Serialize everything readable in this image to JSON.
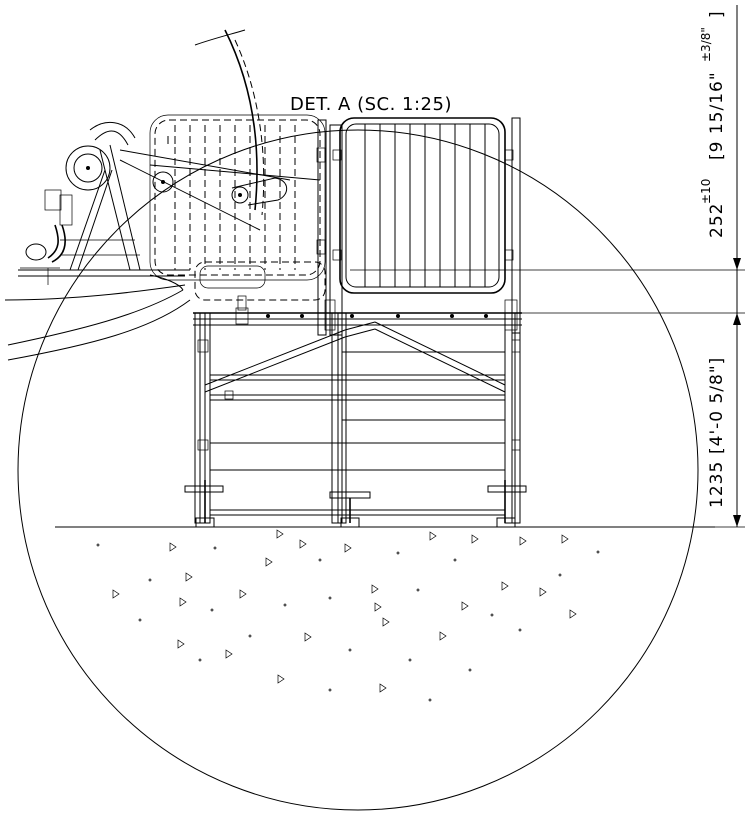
{
  "detail": {
    "label": "DET. A (SC. 1:25)"
  },
  "dimensions": {
    "upper": {
      "value": "252",
      "tolerance": "±10",
      "imperial": "[9 15/16\"",
      "imperial_tolerance": "±3/8\"",
      "close": "]"
    },
    "lower": {
      "value": "1235",
      "imperial": "[4'-0  5/8\"]"
    }
  },
  "colors": {
    "line": "#000000",
    "background": "#ffffff"
  }
}
